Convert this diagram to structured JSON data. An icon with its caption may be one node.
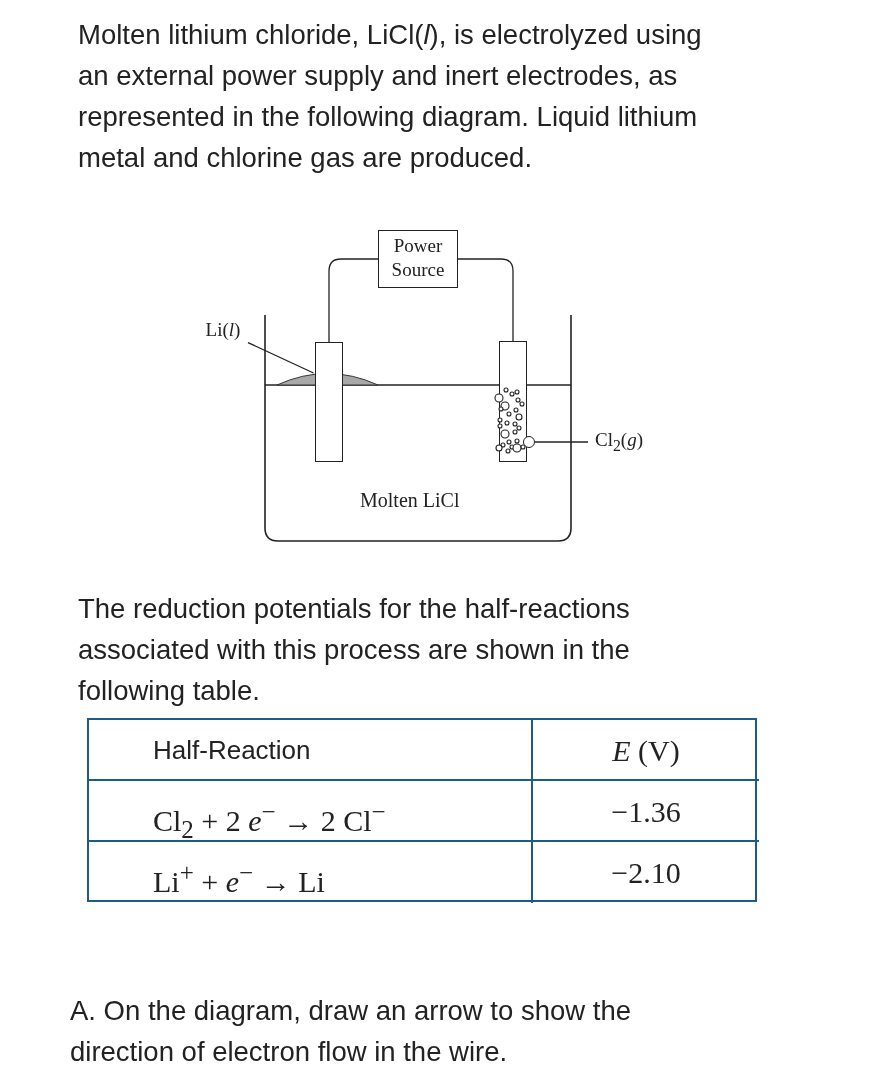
{
  "diagram": {
    "nodes": [
      {
        "text": [
          "Power Source"
        ]
      },
      {
        "text": [],
        "shape": "bar",
        "in": 7
      },
      {
        "text": [],
        "shape": "bar",
        "in": 7
      },
      {
        "text": [
          "Li(*l*)"
        ]
      },
      {
        "text": [],
        "shape": "ellipse",
        "in": 7
      },
      {
        "text": [
          "Cl$_{2}$(*g*)"
        ]
      },
      {
        "text": [],
        "shape": "circle",
        "in": 7
      },
      {
        "text": [
          "Molten LiCl"
        ]
      }
    ],
    "edges": [
      {
        "from": 0,
        "to": 1,
        "arrow": "none"
      },
      {
        "from": 0,
        "to": 2,
        "arrow": "none"
      },
      {
        "from": 3,
        "to": 4,
        "arrow": "none"
      },
      {
        "from": 5,
        "to": 6,
        "arrow": "none"
      }
    ],
    "labels": [
      "Molten lithium chloride, LiCl(*l*), is electrolyzed using an external power supply and inert electrodes, as represented in the following diagram. Liquid lithium metal and chlorine gas are produced.",
      "The reduction potentials for the half-reactions associated with this process are shown in the following table.",
      "Half-Reaction",
      "*E* (V)",
      "Cl$_{2}$ + 2 *e*$^{−}$ → 2 Cl$^{−}$",
      "−1.36",
      "Li$^{+}$ + *e*$^{−}$ → Li",
      "−2.10",
      "A. On the diagram, draw an arrow to show the direction of electron flow in the wire."
    ]
  }
}
